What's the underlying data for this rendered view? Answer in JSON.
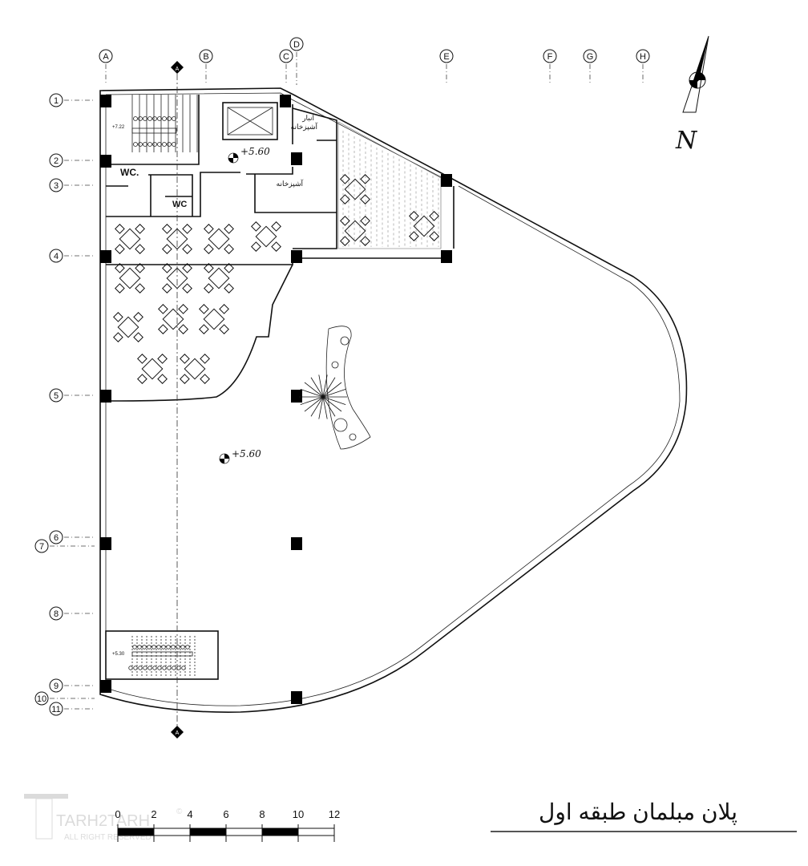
{
  "grid": {
    "columns": [
      "A",
      "B",
      "C",
      "D",
      "E",
      "F",
      "G",
      "H"
    ],
    "rows": [
      "1",
      "2",
      "3",
      "4",
      "5",
      "6",
      "7",
      "8",
      "9",
      "10",
      "11"
    ]
  },
  "section_marker": "A",
  "north_label": "N",
  "elevations": {
    "main": "+5.60",
    "hall": "+5.60",
    "stair_top": "+7.22",
    "stair_bottom": "+5.30"
  },
  "rooms": {
    "wc1": "WC.",
    "wc2": "WC",
    "kitchen_store_1": "انبار",
    "kitchen_store_2": "آشپزخانه",
    "kitchen": "آشپزخانه"
  },
  "title": "پلان مبلمان طبقه اول",
  "scale_bar": {
    "labels": [
      "0",
      "2",
      "4",
      "6",
      "8",
      "10",
      "12"
    ]
  },
  "watermark": {
    "brand": "TARH2TARH",
    "rights": "ALL RIGHT RESERVED",
    "symbol": "©"
  },
  "colors": {
    "line": "#111111",
    "column": "#000000",
    "hatch": "#666666"
  }
}
